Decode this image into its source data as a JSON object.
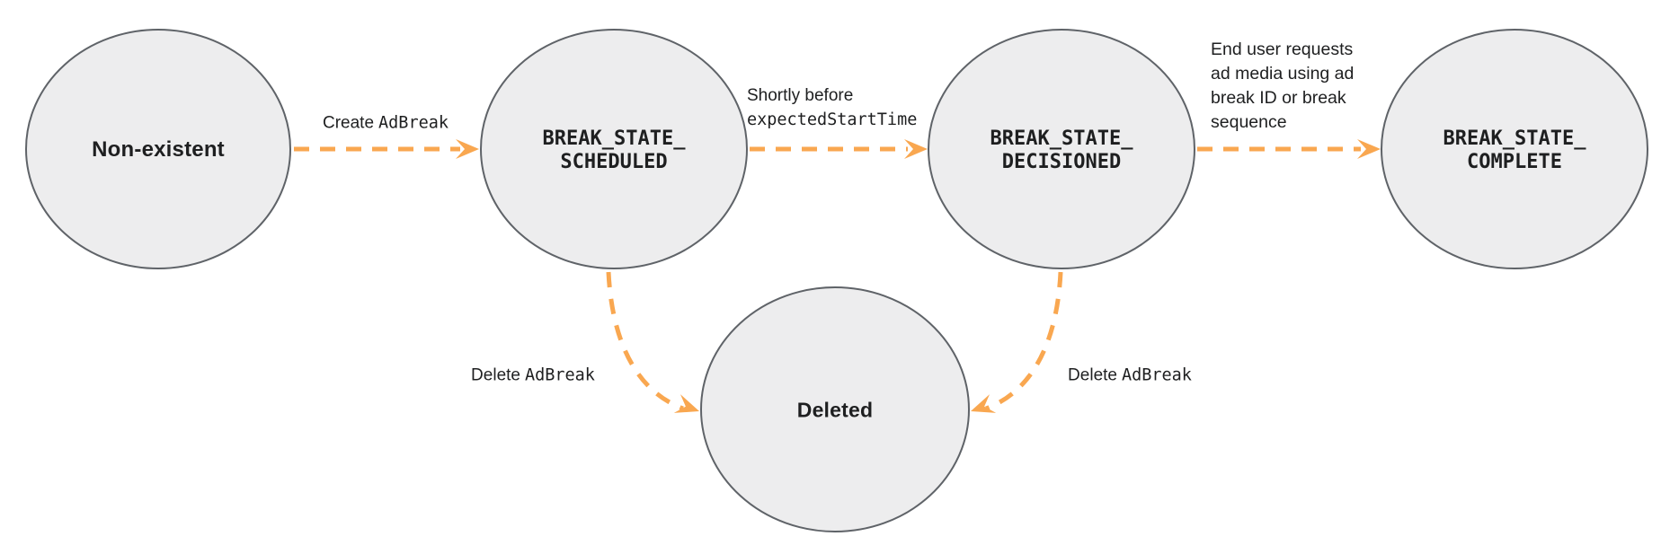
{
  "diagram": {
    "description": "Ad break state transition diagram",
    "colors": {
      "node_fill": "#EDEDEE",
      "node_stroke": "#5F6368",
      "arrow_orange": "#F9A750",
      "text": "#1E1F20"
    },
    "nodes": [
      {
        "id": "non-existent",
        "label": "Non-existent"
      },
      {
        "id": "break-state-scheduled",
        "label": "BREAK_STATE_\nSCHEDULED"
      },
      {
        "id": "break-state-decisioned",
        "label": "BREAK_STATE_\nDECISIONED"
      },
      {
        "id": "break-state-complete",
        "label": "BREAK_STATE_\nCOMPLETE"
      },
      {
        "id": "deleted",
        "label": "Deleted"
      }
    ],
    "edges": [
      {
        "from": "non-existent",
        "to": "break-state-scheduled",
        "label_text": "Create",
        "label_code": "AdBreak"
      },
      {
        "from": "break-state-scheduled",
        "to": "break-state-decisioned",
        "label_text": "Shortly before",
        "label_code": "expectedStartTime"
      },
      {
        "from": "break-state-decisioned",
        "to": "break-state-complete",
        "label_text": "End user requests\nad media using ad\nbreak ID or break\nsequence",
        "label_code": ""
      },
      {
        "from": "break-state-scheduled",
        "to": "deleted",
        "label_text": "Delete",
        "label_code": "AdBreak"
      },
      {
        "from": "break-state-decisioned",
        "to": "deleted",
        "label_text": "Delete",
        "label_code": "AdBreak"
      }
    ]
  }
}
